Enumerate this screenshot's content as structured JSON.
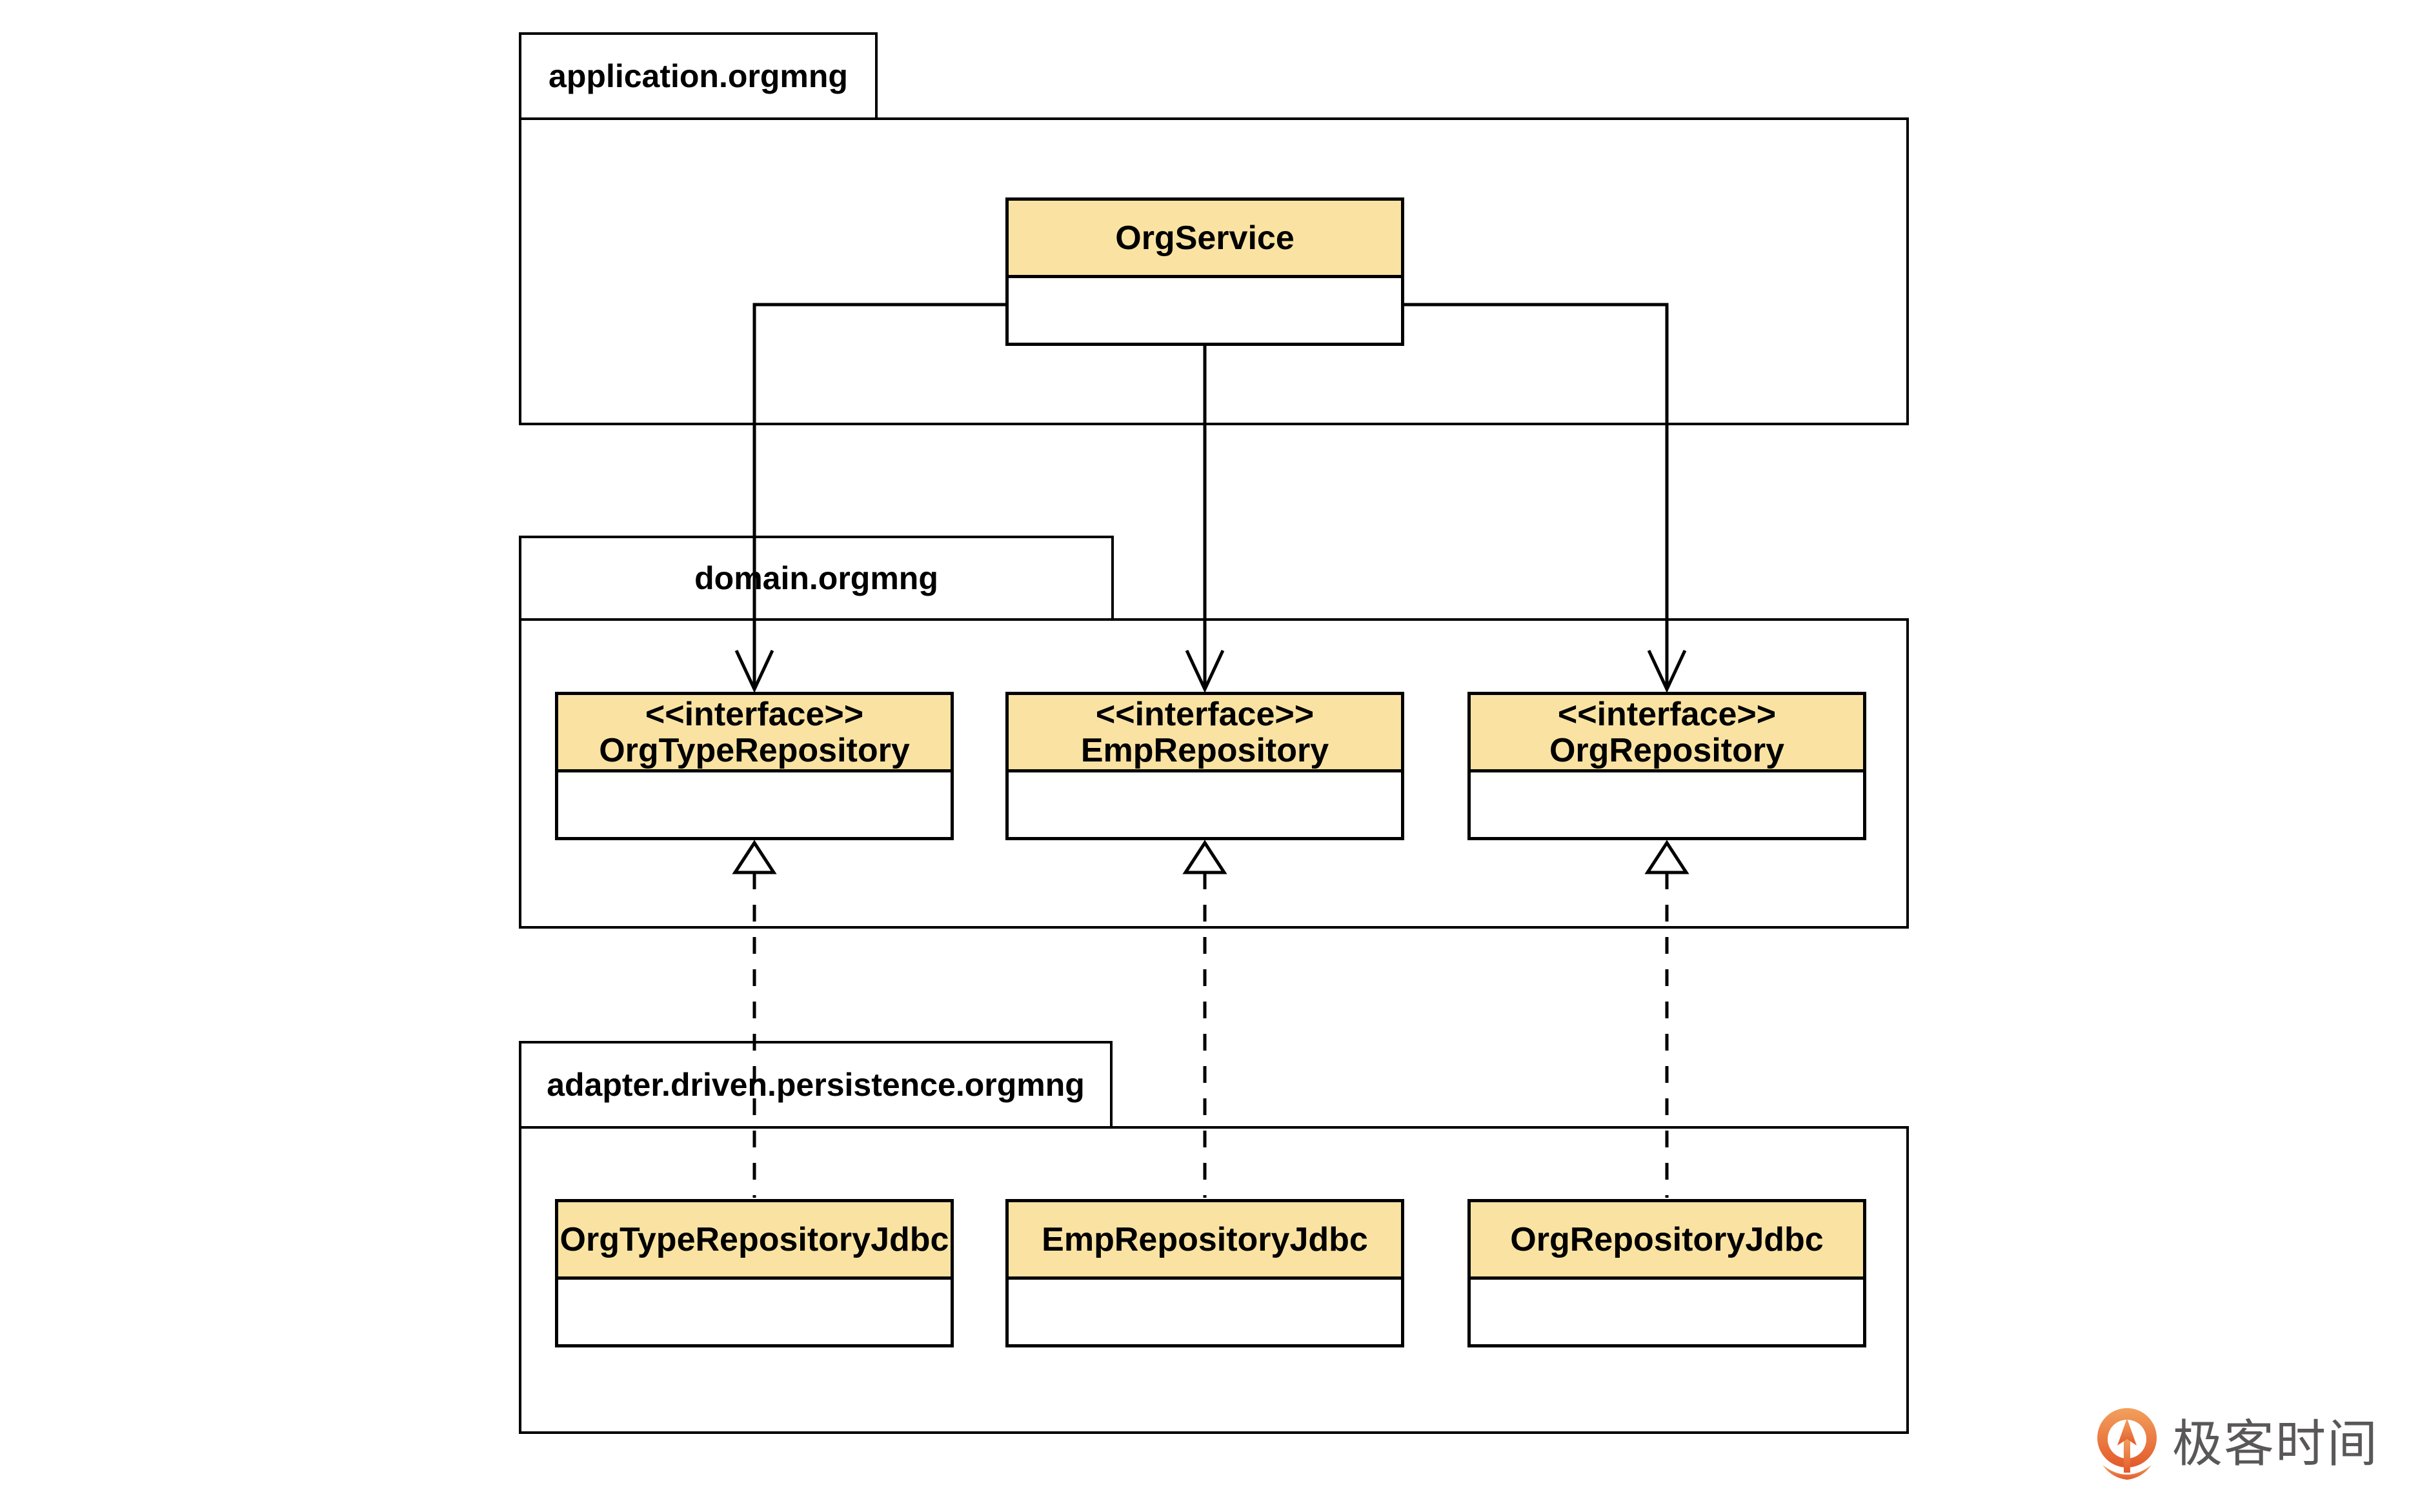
{
  "diagram": {
    "packages": [
      {
        "name": "application.orgmng"
      },
      {
        "name": "domain.orgmng"
      },
      {
        "name": "adapter.driven.persistence.orgmng"
      }
    ],
    "classes": {
      "org_service": {
        "name": "OrgService"
      },
      "org_type_repository": {
        "stereotype": "<<interface>>",
        "name": "OrgTypeRepository"
      },
      "emp_repository": {
        "stereotype": "<<interface>>",
        "name": "EmpRepository"
      },
      "org_repository": {
        "stereotype": "<<interface>>",
        "name": "OrgRepository"
      },
      "org_type_repository_jdbc": {
        "name": "OrgTypeRepositoryJdbc"
      },
      "emp_repository_jdbc": {
        "name": "EmpRepositoryJdbc"
      },
      "org_repository_jdbc": {
        "name": "OrgRepositoryJdbc"
      }
    },
    "relations": [
      {
        "from": "OrgService",
        "to": "OrgTypeRepository",
        "type": "directed-association"
      },
      {
        "from": "OrgService",
        "to": "EmpRepository",
        "type": "directed-association"
      },
      {
        "from": "OrgService",
        "to": "OrgRepository",
        "type": "directed-association"
      },
      {
        "from": "OrgTypeRepositoryJdbc",
        "to": "OrgTypeRepository",
        "type": "realization"
      },
      {
        "from": "EmpRepositoryJdbc",
        "to": "EmpRepository",
        "type": "realization"
      },
      {
        "from": "OrgRepositoryJdbc",
        "to": "OrgRepository",
        "type": "realization"
      }
    ],
    "colors": {
      "header_fill": "#FAE3A2",
      "line": "#000000",
      "background": "#FFFFFF"
    }
  },
  "watermark": {
    "brand_text": "极客时间",
    "text_color": "#595757",
    "icon_color_top": "#F2A05E",
    "icon_color_bottom": "#E35A2B"
  }
}
